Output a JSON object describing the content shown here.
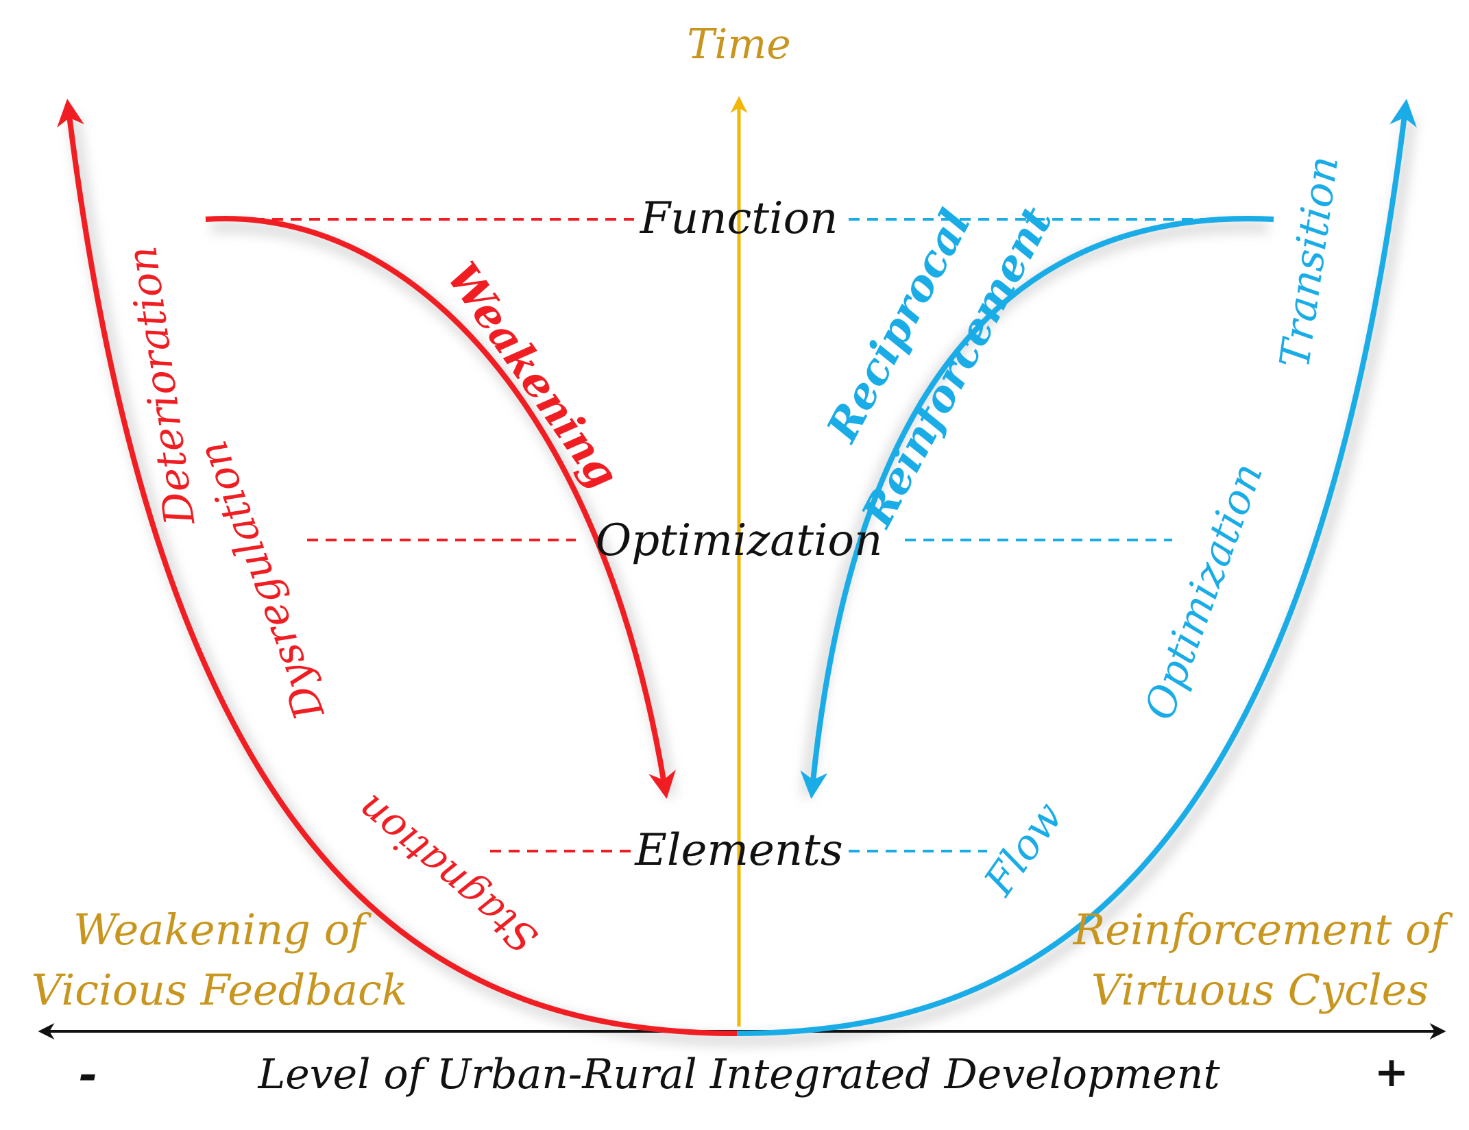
{
  "axis": {
    "time_label": "Time",
    "x_label": "Level of Urban-Rural Integrated Development",
    "minus_label": "-",
    "plus_label": "+"
  },
  "levels": {
    "function": "Function",
    "optimization": "Optimization",
    "elements": "Elements"
  },
  "left": {
    "outer_labels": {
      "deterioration": "Deterioration",
      "dysregulation": "Dysregulation",
      "stagnation": "Stagnation"
    },
    "inner_label": "Weakening",
    "caption_line1": "Weakening of",
    "caption_line2": "Vicious Feedback"
  },
  "right": {
    "outer_labels": {
      "transition": "Transition",
      "optimization": "Optimization",
      "flow": "Flow"
    },
    "inner_label_line1": "Reciprocal",
    "inner_label_line2": "Reinforcement",
    "caption_line1": "Reinforcement of",
    "caption_line2": "Virtuous Cycles"
  },
  "colors": {
    "vicious": "#f01e23",
    "virtuous": "#1aace6",
    "time_axis": "#f2b705",
    "caption": "#c8961e",
    "text": "#111111"
  }
}
